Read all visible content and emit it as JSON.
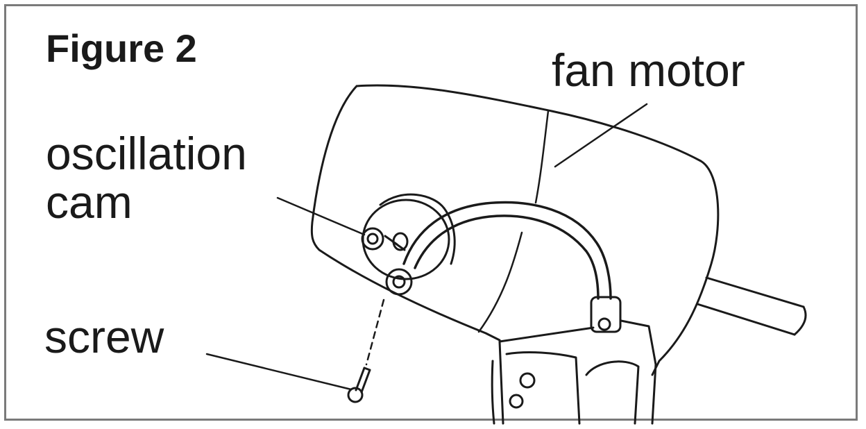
{
  "figure": {
    "title": "Figure 2",
    "labels": {
      "fan_motor": "fan motor",
      "oscillation_cam_line1": "oscillation",
      "oscillation_cam_line2": "cam",
      "screw": "screw"
    }
  },
  "colors": {
    "ink": "#1a1a1a",
    "border": "#7a7a7a",
    "background": "#ffffff"
  }
}
